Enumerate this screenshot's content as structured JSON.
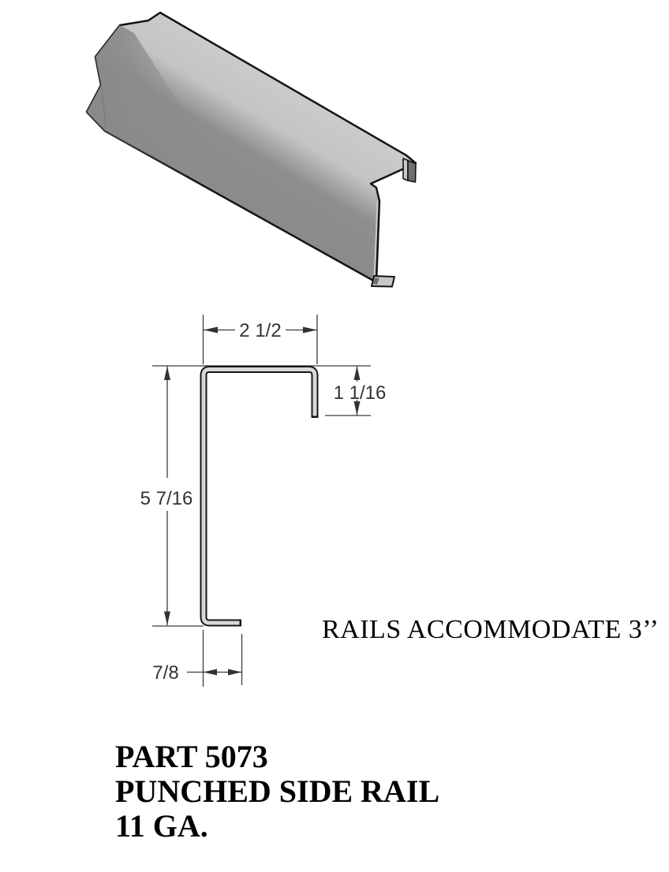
{
  "drawing": {
    "iso_view": {
      "description": "3D isometric view of punched side rail channel"
    },
    "cross_section": {
      "dim_top_width": "2 1/2",
      "dim_lip_depth": "1 1/16",
      "dim_leg_height": "5 7/16",
      "dim_foot_width": "7/8"
    },
    "note": "RAILS ACCOMMODATE 3’’",
    "part_info": {
      "part_number": "PART 5073",
      "part_name": "PUNCHED SIDE RAIL",
      "gauge": "11 GA."
    },
    "colors": {
      "background": "#ffffff",
      "metal_light": "#c9c9c9",
      "metal_dark": "#8a8a8a",
      "outline": "#141414",
      "profile_fill": "#d8d8d8",
      "dim_color": "#333333",
      "text_color": "#000000"
    }
  }
}
